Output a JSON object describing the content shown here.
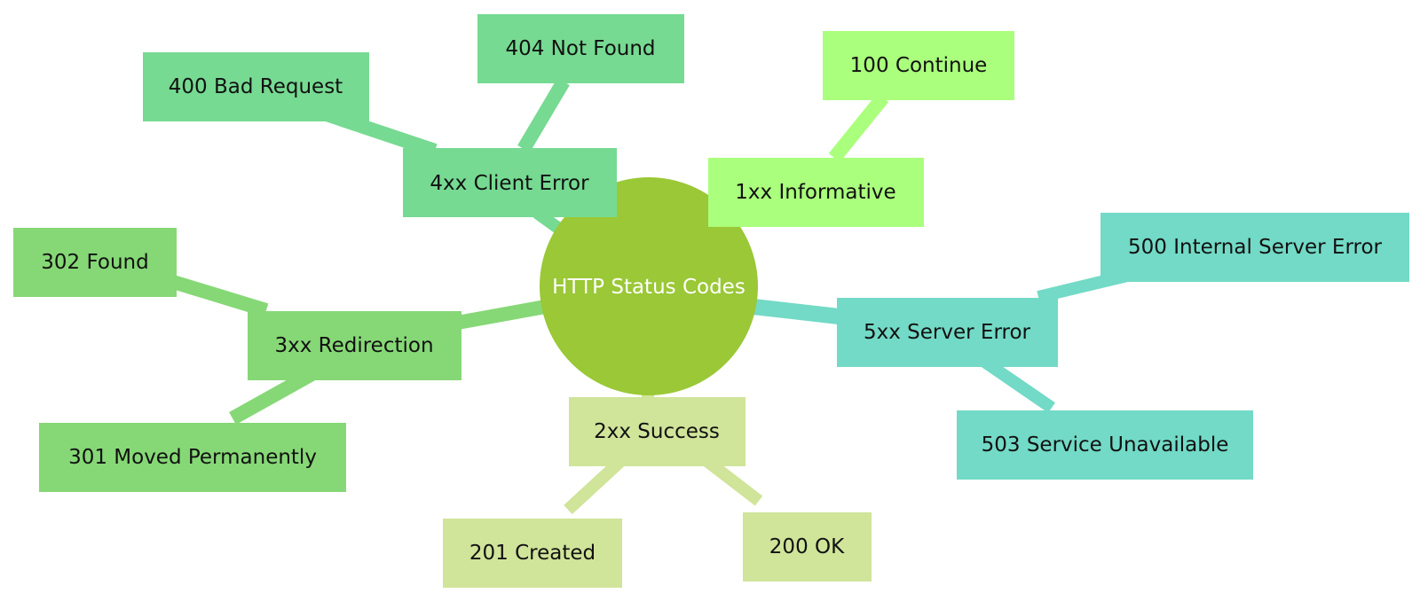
{
  "mindmap": {
    "root": {
      "label": "HTTP Status Codes",
      "color": "#9ac836"
    },
    "branches": {
      "c1xx": {
        "label": "1xx Informative",
        "color": "#aaff7c",
        "children": {
          "c100": "100 Continue"
        }
      },
      "c2xx": {
        "label": "2xx Success",
        "color": "#d0e49a",
        "children": {
          "c200": "200 OK",
          "c201": "201 Created"
        }
      },
      "c3xx": {
        "label": "3xx Redirection",
        "color": "#86d876",
        "children": {
          "c301": "301 Moved Permanently",
          "c302": "302 Found"
        }
      },
      "c4xx": {
        "label": "4xx Client Error",
        "color": "#76da92",
        "children": {
          "c400": "400 Bad Request",
          "c404": "404 Not Found"
        }
      },
      "c5xx": {
        "label": "5xx Server Error",
        "color": "#72dac6",
        "children": {
          "c500": "500 Internal Server Error",
          "c503": "503 Service Unavailable"
        }
      }
    }
  }
}
